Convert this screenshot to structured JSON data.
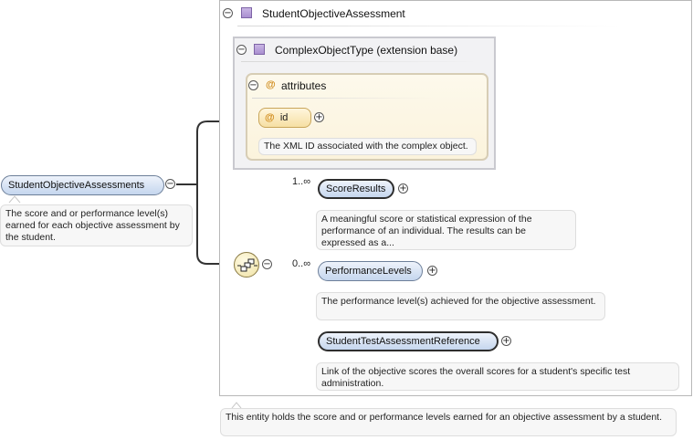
{
  "root": {
    "element_label": "StudentObjectiveAssessments",
    "description": "The score and or performance level(s) earned for each objective assessment by the student."
  },
  "type_box": {
    "title": "StudentObjectiveAssessment",
    "description": "This entity holds the score and or performance levels earned for an objective assessment by a student."
  },
  "extension_box": {
    "title": "ComplexObjectType (extension base)"
  },
  "attributes_box": {
    "title": "attributes",
    "attribute_name": "id",
    "attribute_description": "The XML ID associated with the complex object."
  },
  "sequence": {
    "children": [
      {
        "label": "ScoreResults",
        "multiplicity": "1..∞",
        "description": "A meaningful score or statistical expression of the performance of an individual. The results can be expressed as a..."
      },
      {
        "label": "PerformanceLevels",
        "multiplicity": "0..∞",
        "description": "The performance level(s) achieved for the objective assessment."
      },
      {
        "label": "StudentTestAssessmentReference",
        "multiplicity": "",
        "description": "Link of the objective scores the overall scores for a student's specific test administration."
      }
    ]
  },
  "icons": {
    "collapse": "−",
    "expand": "+",
    "attribute": "@"
  }
}
